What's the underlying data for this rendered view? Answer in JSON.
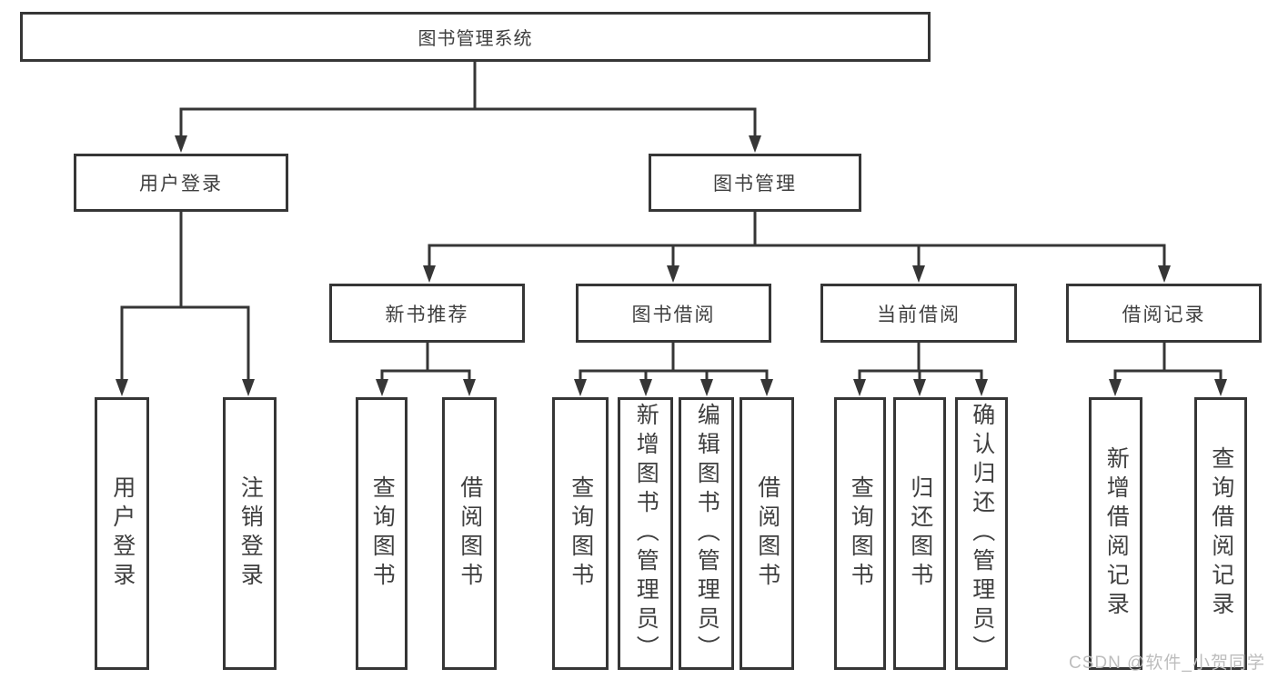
{
  "diagram": {
    "root_label": "图书管理系统",
    "user_login": {
      "label": "用户登录",
      "children": [
        "用户登录",
        "注销登录"
      ]
    },
    "book_mgmt": {
      "label": "图书管理"
    },
    "new_books": {
      "label": "新书推荐",
      "children": [
        "查询图书",
        "借阅图书"
      ]
    },
    "borrowing": {
      "label": "图书借阅",
      "children": [
        "查询图书",
        "新增图书（管理员）",
        "编辑图书（管理员）",
        "借阅图书"
      ]
    },
    "current_borrow": {
      "label": "当前借阅",
      "children": [
        "查询图书",
        "归还图书",
        "确认归还（管理员）"
      ]
    },
    "borrow_records": {
      "label": "借阅记录",
      "children": [
        "新增借阅记录",
        "查询借阅记录"
      ]
    }
  },
  "watermark": "CSDN @软件_小贺同学",
  "colors": {
    "line": "#363636",
    "border": "#363636",
    "text": "#3f3f3f",
    "background": "#ffffff",
    "watermark": "#bdbdbd"
  }
}
